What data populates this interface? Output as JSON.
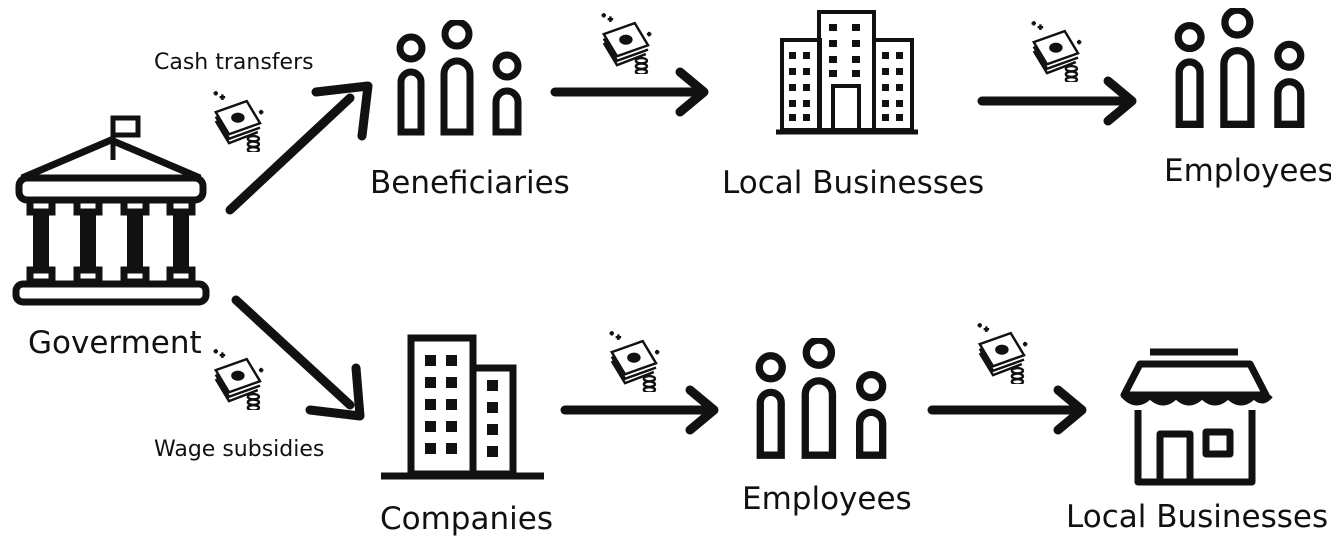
{
  "nodes": {
    "government": "Goverment",
    "beneficiaries": "Beneficiaries",
    "local_businesses_top": "Local Businesses",
    "employees_top": "Employees",
    "companies": "Companies",
    "employees_bottom": "Employees",
    "local_businesses_bottom": "Local Businesses"
  },
  "edges": {
    "cash_transfers": "Cash transfers",
    "wage_subsidies": "Wage subsidies"
  },
  "icons": {
    "government": "government-building-icon",
    "people": "people-group-icon",
    "office": "office-building-icon",
    "company": "company-building-icon",
    "shop": "shop-icon",
    "money": "money-stack-icon"
  }
}
